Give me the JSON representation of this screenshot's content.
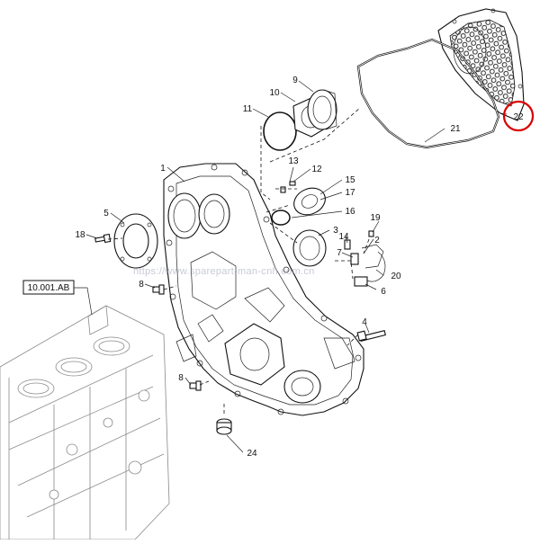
{
  "reference_box": "10.001.AB",
  "watermark": "https://www.sparepart-man-cnh.com.cn",
  "highlight_color": "#d90000",
  "callouts": {
    "c1": "1",
    "c2": "2",
    "c3": "3",
    "c4": "4",
    "c5": "5",
    "c6": "6",
    "c7": "7",
    "c8a": "8",
    "c8b": "8",
    "c9": "9",
    "c10": "10",
    "c11": "11",
    "c12": "12",
    "c13": "13",
    "c14": "14",
    "c15": "15",
    "c16": "16",
    "c17": "17",
    "c18": "18",
    "c19": "19",
    "c20": "20",
    "c21": "21",
    "c22": "22",
    "c24": "24"
  }
}
